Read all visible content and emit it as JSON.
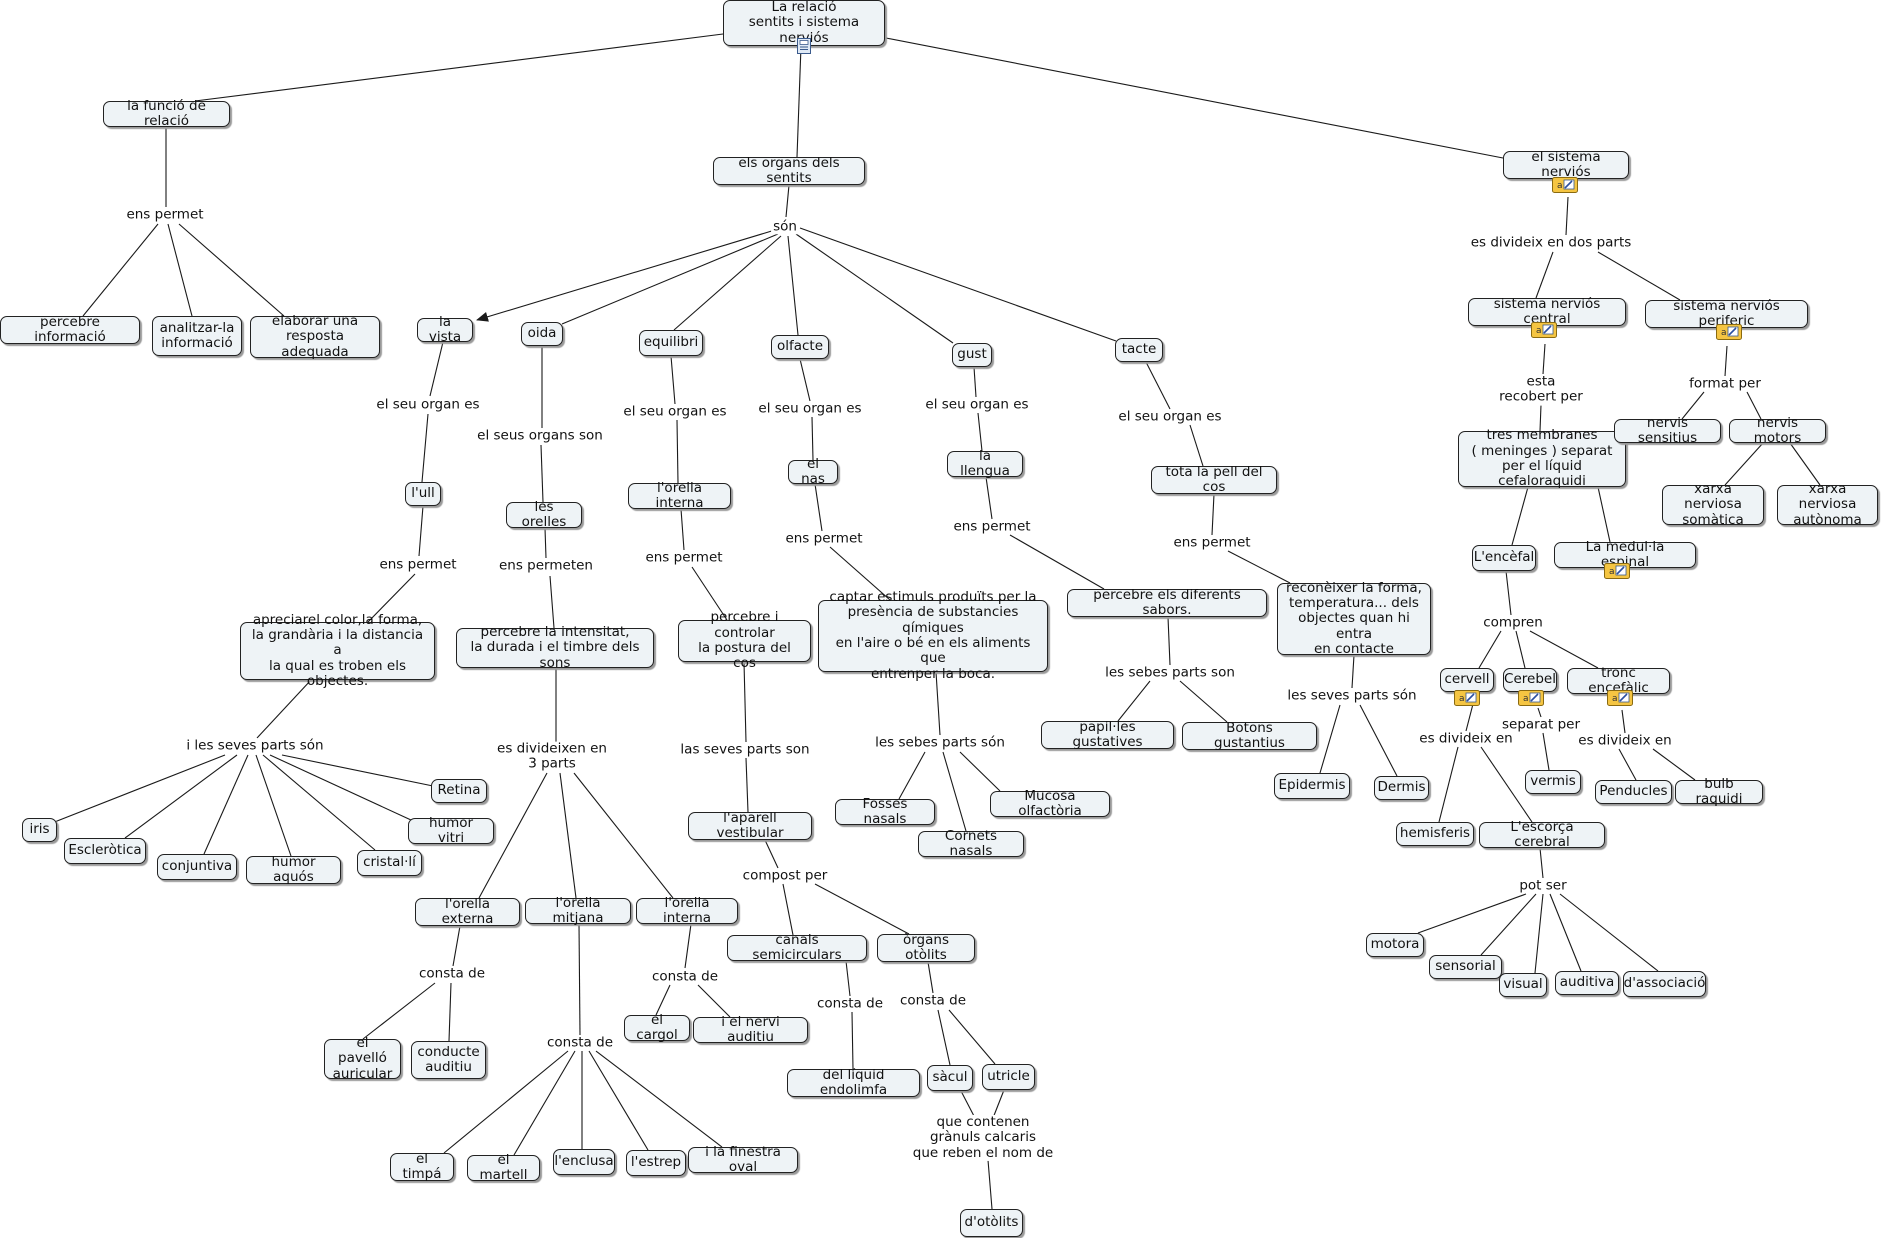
{
  "concepts": {
    "root": "La relació\nsentits i sistema nerviós",
    "funcio": "la funció de relació",
    "percebre_info": "percebre informació",
    "analitzar": "analitzar-la\ninformació",
    "elaborar": "elaborar una\nresposta adequada",
    "organs": "els organs dels sentits",
    "vista": "la vista",
    "oida": "oida",
    "equilibri": "equilibri",
    "olfacte": "olfacte",
    "gust": "gust",
    "tacte": "tacte",
    "ull": "l'ull",
    "apreciar": "apreciarel color,la forma,\nla grandària i la distancia a\nla qual es troben els objectes.",
    "iris": "iris",
    "esclerotica": "Escleròtica",
    "conjuntiva": "conjuntiva",
    "humor_aquos": "humor aquós",
    "cristal": "cristal·lí",
    "humor_vitri": "humor vitri",
    "retina": "Retina",
    "orelles": "les orelles",
    "percebre_int": "percebre la intensitat,\nla durada i el timbre dels sons",
    "orella_externa": "l'orella externa",
    "orella_mitjana": "l'orella mitjana",
    "orella_interna_o": "l'orella interna",
    "pavello": "el pavelló\nauricular",
    "conducte": "conducte\nauditiu",
    "cargol": "el cargol",
    "nervi_auditiu": "i el nervi auditiu",
    "timpa": "el timpá",
    "martell": "el martell",
    "enclusa": "l'enclusa",
    "estrep": "l'estrep",
    "finestra": "i la finestra oval",
    "orella_interna_e": "l'orella interna",
    "controlar": "percebre i controlar\nla postura del cos",
    "vestibular": "l'aparell vestibular",
    "canals": "canals semicirculars",
    "otolits_organs": "òrgans otòlits",
    "endolimfa": "del líquid endolimfa",
    "saccul": "sàcul",
    "utricle": "utricle",
    "otolits": "d'otòlits",
    "nas": "el nas",
    "captar": "captar estimuls produïts per la\npresència de substancies qímiques\nen l'aire o bé en els aliments que\nentrenper la boca.",
    "fosses": "Fosses nasals",
    "cornets": "Cornets nasals",
    "mucosa": "Mucosa olfactòria",
    "llengua": "la llengua",
    "sabors": "percebre els diferents  sabors.",
    "papil": "papil·les gustatives",
    "botons": "Botons gustantius",
    "pell": "tota la pell del cos",
    "reconeixer": "reconèixer la forma,\ntemperatura... dels\nobjectes quan hi entra\nen contacte",
    "epidermis": "Epidermis",
    "dermis": "Dermis",
    "sistema": "el sistema nerviós",
    "central": "sistema nerviós central",
    "periferic": "sistema nerviós periferic",
    "membranes": "tres membranes\n( meninges ) separat\nper el líquid cefaloraquidi",
    "sensitius": "nervis sensitius",
    "motors": "nervis motors",
    "somatica": "xarxa nerviosa\nsomàtica",
    "autonoma": "xarxa nerviosa\nautònoma",
    "encefal": "L'encèfal",
    "medulla": "La medul·la espinal",
    "cervell": "cervell",
    "cerebel": "Cerebel",
    "tronc": "tronc encefàlic",
    "hemisferis": "hemisferis",
    "escorca": "L'escorça cerebral",
    "vermis": "vermis",
    "pendules": "Penducles",
    "bulb": "bulb raquidi",
    "motora": "motora",
    "sensorial": "sensorial",
    "visual": "visual",
    "auditiva": "auditiva",
    "associacio": "d'associació"
  },
  "linking_phrases": {
    "ens_permet_1": "ens permet",
    "son": "són",
    "seu_organ_vista": "el seu organ es",
    "ens_permet_vista": "ens permet",
    "parts_vista": "i les seves parts són",
    "seus_organs_oida": "el seus organs son",
    "ens_permeten": "ens permeten",
    "es_divideixen": "es divideixen en\n3 parts",
    "consta_externa": "consta de",
    "consta_interna": "consta de",
    "consta_mitjana": "consta de",
    "seu_organ_equilibri": "el seu organ es",
    "ens_permet_equilibri": "ens permet",
    "parts_equilibri": "las seves parts son",
    "compost_per": "compost per",
    "consta_canals": "consta de",
    "consta_otolits": "consta de",
    "que_contenen": "que contenen\ngrànuls calcaris\nque reben el nom de",
    "seu_organ_olfacte": "el seu organ es",
    "ens_permet_olfacte": "ens permet",
    "parts_olfacte": "les sebes parts són",
    "seu_organ_gust": "el seu organ es",
    "ens_permet_gust": "ens permet",
    "parts_gust": "les sebes parts son",
    "seu_organ_tacte": "el seu organ es",
    "ens_permet_tacte": "ens permet",
    "parts_tacte": "les seves parts són",
    "es_divideix": "es divideix en dos parts",
    "recobert": "esta\nrecobert per",
    "format_per": "format per",
    "compren": "compren",
    "es_divideix_cervell": "es divideix en",
    "separat_per": "separat per",
    "es_divideix_tronc": "es divideix en",
    "pot_ser": "pot ser"
  },
  "icons": {
    "root": "document-resource-icon",
    "linked": "hyperlink-resource-icon"
  },
  "colors": {
    "node_fill": "#eef3f6",
    "node_border": "#222222",
    "line": "#1a1a1a",
    "icon_yellow": "#f5c542"
  }
}
